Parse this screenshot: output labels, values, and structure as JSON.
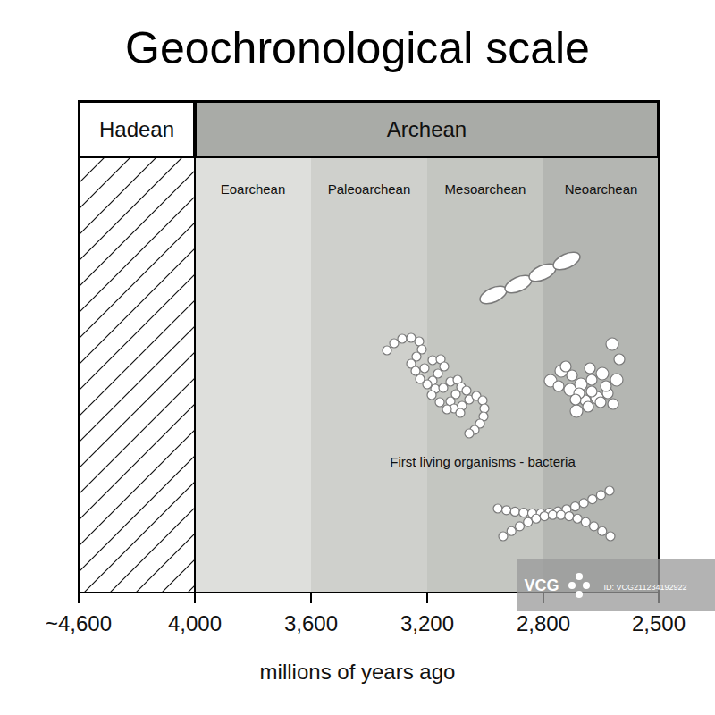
{
  "diagram": {
    "title": "Geochronological scale",
    "nodes": [
      {
        "text": [
          "Hadean"
        ]
      },
      {
        "text": [
          "Archean"
        ]
      },
      {
        "text": [
          "Eoarchean"
        ]
      },
      {
        "text": [
          "Paleoarchean"
        ]
      },
      {
        "text": [
          "Mesoarchean"
        ]
      },
      {
        "text": [
          "Neoarchean"
        ]
      }
    ],
    "labels": [
      "First living organisms - bacteria",
      "~4,600",
      "4,000",
      "3,600",
      "3,200",
      "2,800",
      "2,500",
      "millions of years ago",
      "VCG",
      "ID: VCG211234192922"
    ]
  }
}
